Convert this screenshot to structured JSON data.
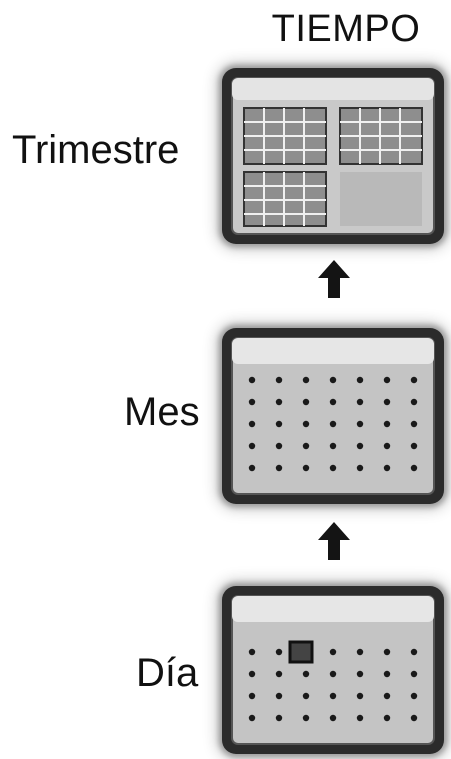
{
  "title": "TIEMPO",
  "levels": [
    {
      "label": "Trimestre",
      "icon": "quarter-calendar-icon"
    },
    {
      "label": "Mes",
      "icon": "month-calendar-icon"
    },
    {
      "label": "Día",
      "icon": "day-calendar-icon"
    }
  ],
  "colors": {
    "frame": "#2b2b2b",
    "page": "#cfcfcf",
    "header": "#e6e6e6",
    "dots": "#1a1a1a",
    "arrow": "#141414"
  }
}
